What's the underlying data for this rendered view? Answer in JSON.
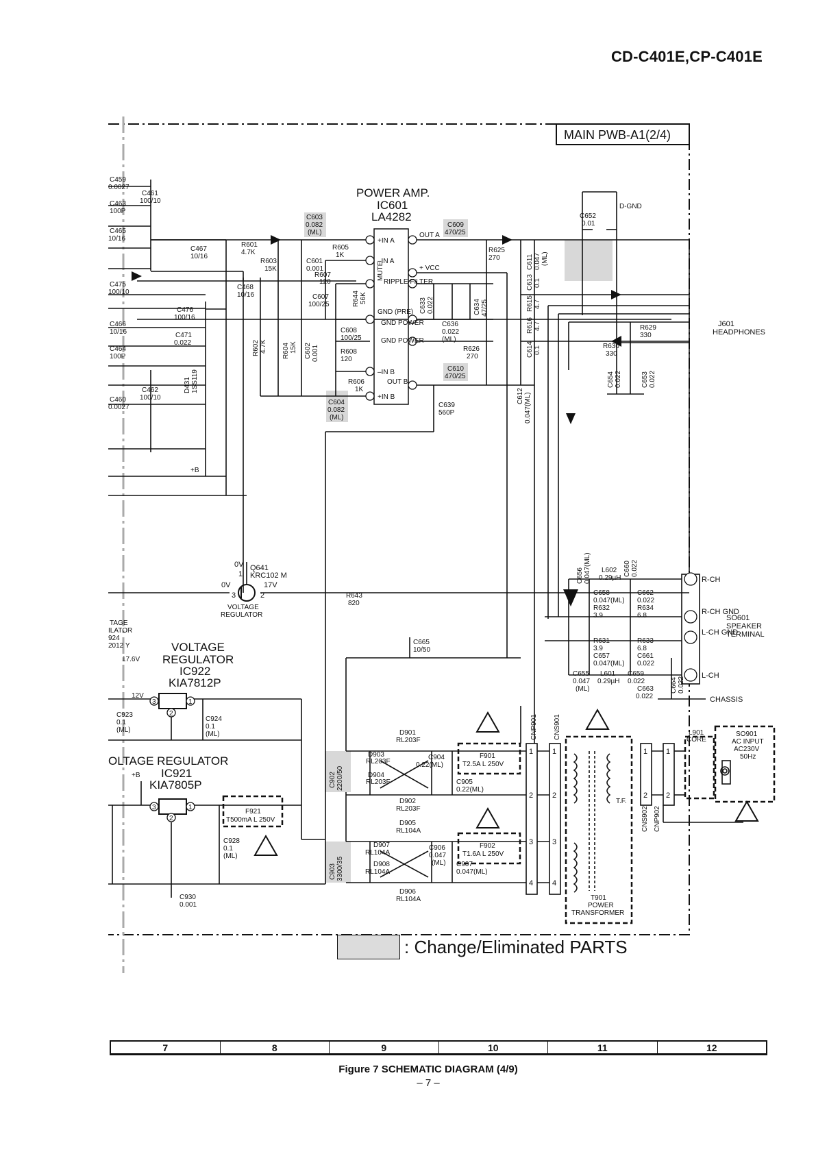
{
  "header": {
    "model": "CD-C401E,CP-C401E"
  },
  "schematic": {
    "board_title": "MAIN PWB-A1(2/4)",
    "power_amp": {
      "title": "POWER AMP.",
      "ref": "IC601",
      "part": "LA4282",
      "pins": [
        "+IN A",
        "–IN A",
        "MUTE",
        "RIPPLE FILTER",
        "GND (PRE)",
        "GND POWER",
        "GND POWER",
        "–IN B",
        "+IN B",
        "OUT A",
        "+ VCC",
        "OUT B"
      ]
    },
    "left_parts": [
      "C459",
      "0.0027",
      "C461",
      "100/10",
      "C463",
      "100P",
      "C465",
      "10/16",
      "C467",
      "10/16",
      "C475",
      "100/10",
      "C476",
      "100/16",
      "C466",
      "10/16",
      "C471",
      "0.022",
      "C464",
      "100P",
      "C462",
      "100/10",
      "C460",
      "0.0027",
      "D431",
      "1SS119",
      "+B"
    ],
    "changed_parts": [
      "C603",
      "0.082",
      "(ML)",
      "C609",
      "470/25",
      "C604",
      "0.082",
      "(ML)",
      "C610",
      "470/25",
      "C902",
      "2200/50",
      "C903",
      "3300/35"
    ],
    "parts": [
      "R601",
      "4.7K",
      "R603",
      "15K",
      "R605",
      "1K",
      "C601",
      "0.001",
      "R607",
      "120",
      "C607",
      "100/25",
      "C468",
      "10/16",
      "R644",
      "56K",
      "C608",
      "100/25",
      "R608",
      "120",
      "R602",
      "4.7K",
      "R604",
      "15K",
      "C602",
      "0.001",
      "R606",
      "1K",
      "C633",
      "0.022",
      "C634",
      "47/25",
      "C636",
      "0.022",
      "(ML)",
      "R626",
      "270",
      "C639",
      "560P",
      "R625",
      "270",
      "C611",
      "0.047",
      "(ML)",
      "C613",
      "0.1",
      "R615",
      "4.7",
      "R616",
      "4.7",
      "C614",
      "0.1",
      "C612",
      "0.047(ML)",
      "C652",
      "0.01",
      "D-GND",
      "R629",
      "330",
      "R630",
      "330",
      "C654",
      "0.022",
      "C653",
      "0.022",
      "J601",
      "HEADPHONES"
    ],
    "speaker_parts": [
      "C656",
      "0.047(ML)",
      "L602",
      "0.29µH",
      "C660",
      "0.022",
      "C658",
      "0.047(ML)",
      "C662",
      "0.022",
      "R632",
      "3.9",
      "R634",
      "6.8",
      "R631",
      "3.9",
      "R633",
      "6.8",
      "C657",
      "0.047(ML)",
      "C661",
      "0.022",
      "C655",
      "0.047",
      "(ML)",
      "L601",
      "0.29µH",
      "C659",
      "0.022",
      "C663",
      "0.022",
      "C664",
      "0.022",
      "CHASSIS",
      "R-CH",
      "R-CH GND",
      "L-CH GND",
      "L-CH",
      "SO601",
      "SPEAKER",
      "TERMINAL"
    ],
    "q641": {
      "ref": "Q641",
      "part": "KRC102 M",
      "v_base": "0V",
      "v_emitter": "0V",
      "v_collector": "17V",
      "pin1": "1",
      "pin2": "2",
      "pin3": "3",
      "label": "VOLTAGE",
      "label2": "REGULATOR",
      "r643": "R643",
      "r643_val": "820"
    },
    "left_reg": {
      "l1": "TAGE",
      "l2": "ILATOR",
      "l3": "924",
      "l4": "2012 Y",
      "voltage": "17.6V"
    },
    "reg_ic922": {
      "title": "VOLTAGE",
      "title2": "REGULATOR",
      "ref": "IC922",
      "part": "KIA7812P",
      "voltage": "12V",
      "p1": "1",
      "p2": "2",
      "p3": "3",
      "c923": "C923",
      "c923_val": "0.1",
      "c923_ml": "(ML)",
      "c924": "C924",
      "c924_val": "0.1",
      "c924_ml": "(ML)"
    },
    "reg_ic921": {
      "title": "OLTAGE REGULATOR",
      "ref": "IC921",
      "part": "KIA7805P",
      "plusb": "+B",
      "p1": "1",
      "p2": "2",
      "p3": "3",
      "c928": "C928",
      "c928_val": "0.1",
      "c928_ml": "(ML)",
      "c930": "C930",
      "c930_val": "0.001",
      "f921": "F921",
      "f921_val": "T500mA L 250V"
    },
    "c665": {
      "ref": "C665",
      "val": "10/50"
    },
    "rectifier": [
      "D901",
      "RL203F",
      "D903",
      "RL203F",
      "D904",
      "RL203F",
      "D902",
      "RL203F",
      "C904",
      "0.22(ML)",
      "C905",
      "0.22(ML)",
      "D905",
      "RL104A",
      "D907",
      "RL104A",
      "D908",
      "RL104A",
      "D906",
      "RL104A",
      "C906",
      "0.047",
      "(ML)",
      "C907",
      "0.047(ML)"
    ],
    "fuses": [
      "F901",
      "T2.5A L 250V",
      "F902",
      "T1.6A L 250V"
    ],
    "transformer": {
      "cnp901": "CNP901",
      "cns901": "CNS901",
      "cns902": "CNS902",
      "cnp902": "CNP902",
      "tf": "T.F.",
      "ref": "T901",
      "l1": "POWER",
      "l2": "TRANSFORMER",
      "pins": [
        "1",
        "2",
        "3",
        "4"
      ]
    },
    "ac_input": {
      "l901": "L901",
      "core": "CORE",
      "so901": "SO901",
      "l1": "AC INPUT",
      "l2": "AC230V",
      "l3": "50Hz"
    }
  },
  "legend": {
    "text": ": Change/Eliminated PARTS"
  },
  "grid": {
    "columns": [
      "7",
      "8",
      "9",
      "10",
      "11",
      "12"
    ]
  },
  "caption": {
    "figure": "Figure 7 SCHEMATIC DIAGRAM (4/9)",
    "page": "– 7 –"
  }
}
